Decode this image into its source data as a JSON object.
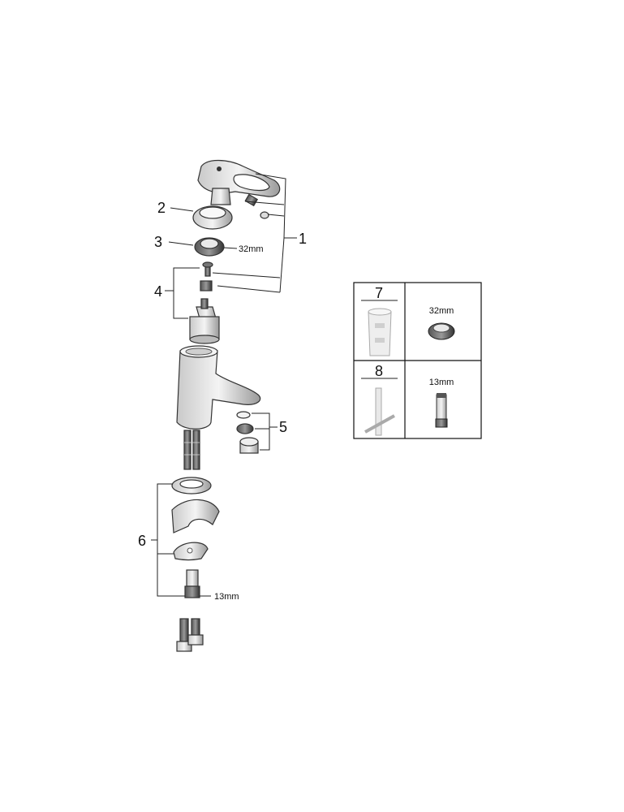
{
  "callouts": {
    "c1": "1",
    "c2": "2",
    "c3": "3",
    "c4": "4",
    "c5": "5",
    "c6": "6"
  },
  "sizes": {
    "s32": "32mm",
    "s13": "13mm"
  },
  "tools_table": {
    "row1": {
      "num": "7",
      "size": "32mm"
    },
    "row2": {
      "num": "8",
      "size": "13mm"
    }
  }
}
